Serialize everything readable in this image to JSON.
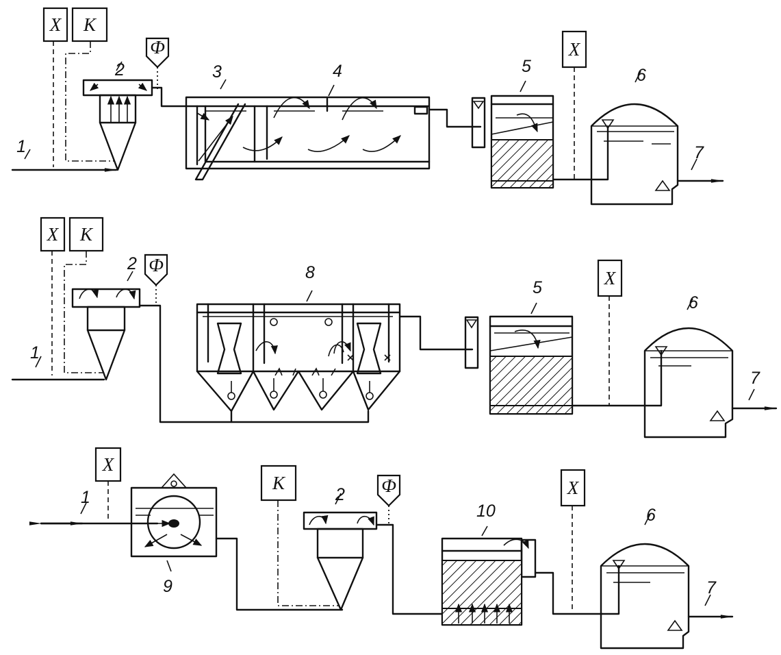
{
  "reagents": {
    "lime": "X",
    "coagulant": "K",
    "flocculant": "Ф"
  },
  "labels": {
    "inflow": "1",
    "mixer": "2",
    "sedimentation_tank": "3",
    "thin_layer": "4",
    "filter": "5",
    "reservoir": "6",
    "outflow": "7",
    "clarifier": "8",
    "drum_screen": "9",
    "contact_filter": "10"
  }
}
